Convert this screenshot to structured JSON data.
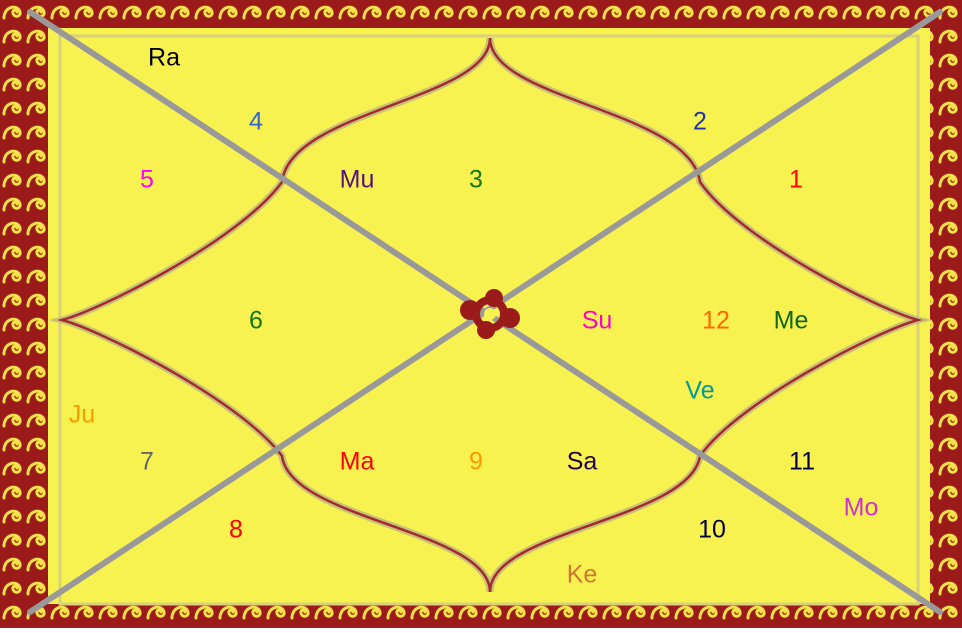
{
  "chart": {
    "colors": {
      "background": "#f8f250",
      "border": "#9b1b1b",
      "border_motif": "#c0202a",
      "lines": "#999999",
      "curve": "#a52a2a"
    },
    "houses": [
      {
        "id": "h1",
        "num": "1",
        "color": "#ff0000"
      },
      {
        "id": "h2",
        "num": "2",
        "color": "#2233aa"
      },
      {
        "id": "h3",
        "num": "3",
        "color": "#117711"
      },
      {
        "id": "h4",
        "num": "4",
        "color": "#3366cc"
      },
      {
        "id": "h5",
        "num": "5",
        "color": "#ff00ff"
      },
      {
        "id": "h6",
        "num": "6",
        "color": "#117711"
      },
      {
        "id": "h7",
        "num": "7",
        "color": "#666666"
      },
      {
        "id": "h8",
        "num": "8",
        "color": "#ff0000"
      },
      {
        "id": "h9",
        "num": "9",
        "color": "#ff9900"
      },
      {
        "id": "h10",
        "num": "10",
        "color": "#000033"
      },
      {
        "id": "h11",
        "num": "11",
        "color": "#000044"
      },
      {
        "id": "h12",
        "num": "12",
        "color": "#ff6600"
      }
    ],
    "planets": [
      {
        "id": "ra",
        "name": "Ra",
        "color": "#000000"
      },
      {
        "id": "mu",
        "name": "Mu",
        "color": "#551177"
      },
      {
        "id": "su",
        "name": "Su",
        "color": "#ff00cc"
      },
      {
        "id": "me",
        "name": "Me",
        "color": "#116611"
      },
      {
        "id": "ve",
        "name": "Ve",
        "color": "#009999"
      },
      {
        "id": "ju",
        "name": "Ju",
        "color": "#ff9900"
      },
      {
        "id": "ma",
        "name": "Ma",
        "color": "#ff0000"
      },
      {
        "id": "sa",
        "name": "Sa",
        "color": "#220044"
      },
      {
        "id": "mo",
        "name": "Mo",
        "color": "#cc33cc"
      },
      {
        "id": "ke",
        "name": "Ke",
        "color": "#cc7733"
      }
    ]
  }
}
